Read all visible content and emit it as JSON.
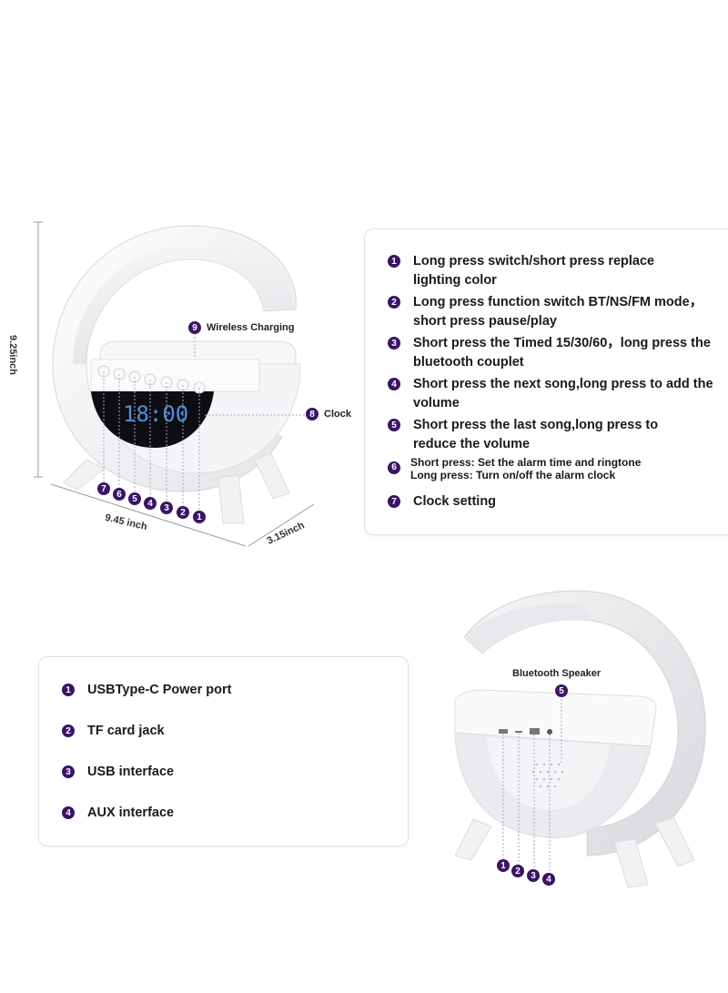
{
  "colors": {
    "accent": "#3b1466",
    "lcd_digits": "#4a8fe0",
    "card_border": "#e2e2e2"
  },
  "front_view": {
    "dimensions": {
      "height": "9.25inch",
      "width": "9.45 inch",
      "depth": "3.15inch"
    },
    "clock_display": "18:00",
    "callouts": [
      {
        "number": "9",
        "label": "Wireless Charging"
      },
      {
        "number": "8",
        "label": "Clock"
      }
    ],
    "button_numbers": [
      "7",
      "6",
      "5",
      "4",
      "3",
      "2",
      "1"
    ]
  },
  "button_legend": {
    "items": [
      {
        "number": "1",
        "text": "Long press switch/short press replace lighting color"
      },
      {
        "number": "2",
        "text": "Long press function switch BT/NS/FM mode，short press pause/play"
      },
      {
        "number": "3",
        "text": "Short press the Timed 15/30/60，long press the bluetooth couplet"
      },
      {
        "number": "4",
        "text": "Short press the next song,long press to add the volume"
      },
      {
        "number": "5",
        "text": "Short press the last song,long press to reduce the volume"
      },
      {
        "number": "6",
        "line1": "Short press: Set the alarm time and ringtone",
        "line2": "Long press: Turn on/off the alarm clock"
      },
      {
        "number": "7",
        "text": "Clock setting"
      }
    ]
  },
  "port_legend": {
    "items": [
      {
        "number": "1",
        "text": "USBType-C Power port"
      },
      {
        "number": "2",
        "text": "TF card jack"
      },
      {
        "number": "3",
        "text": "USB interface"
      },
      {
        "number": "4",
        "text": "AUX interface"
      }
    ]
  },
  "back_view": {
    "callout": {
      "number": "5",
      "label": "Bluetooth Speaker"
    },
    "port_numbers": [
      "1",
      "2",
      "3",
      "4"
    ]
  }
}
